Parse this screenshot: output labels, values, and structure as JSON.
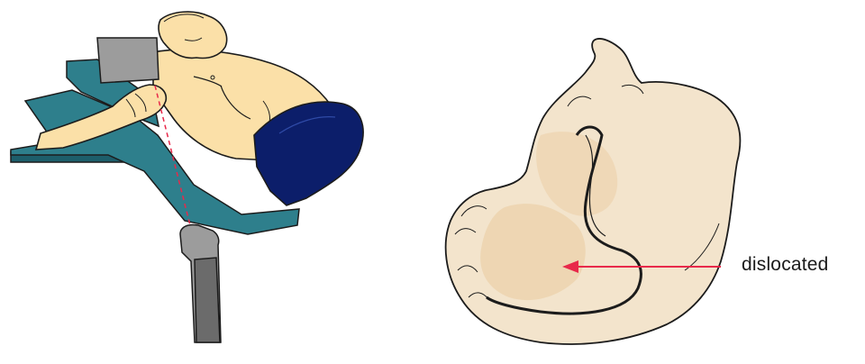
{
  "annotation": {
    "label": "dislocated",
    "arrow_color": "#e8294a"
  },
  "colors": {
    "skin": "#fbe0a8",
    "skin_shadow": "#e9c98c",
    "table_top": "#2e7f8c",
    "table_side": "#1d5e6b",
    "cushion": "#0c1e6a",
    "device": "#9c9c9c",
    "device_dark": "#6b6b6b",
    "bone": "#f3e4cc",
    "bone_shadow": "#e0c9a6",
    "outline": "#1c1c1c"
  },
  "icons": {
    "left_illustration": "patient-ultrasound-illustration",
    "right_illustration": "dislocated-joint-illustration"
  }
}
